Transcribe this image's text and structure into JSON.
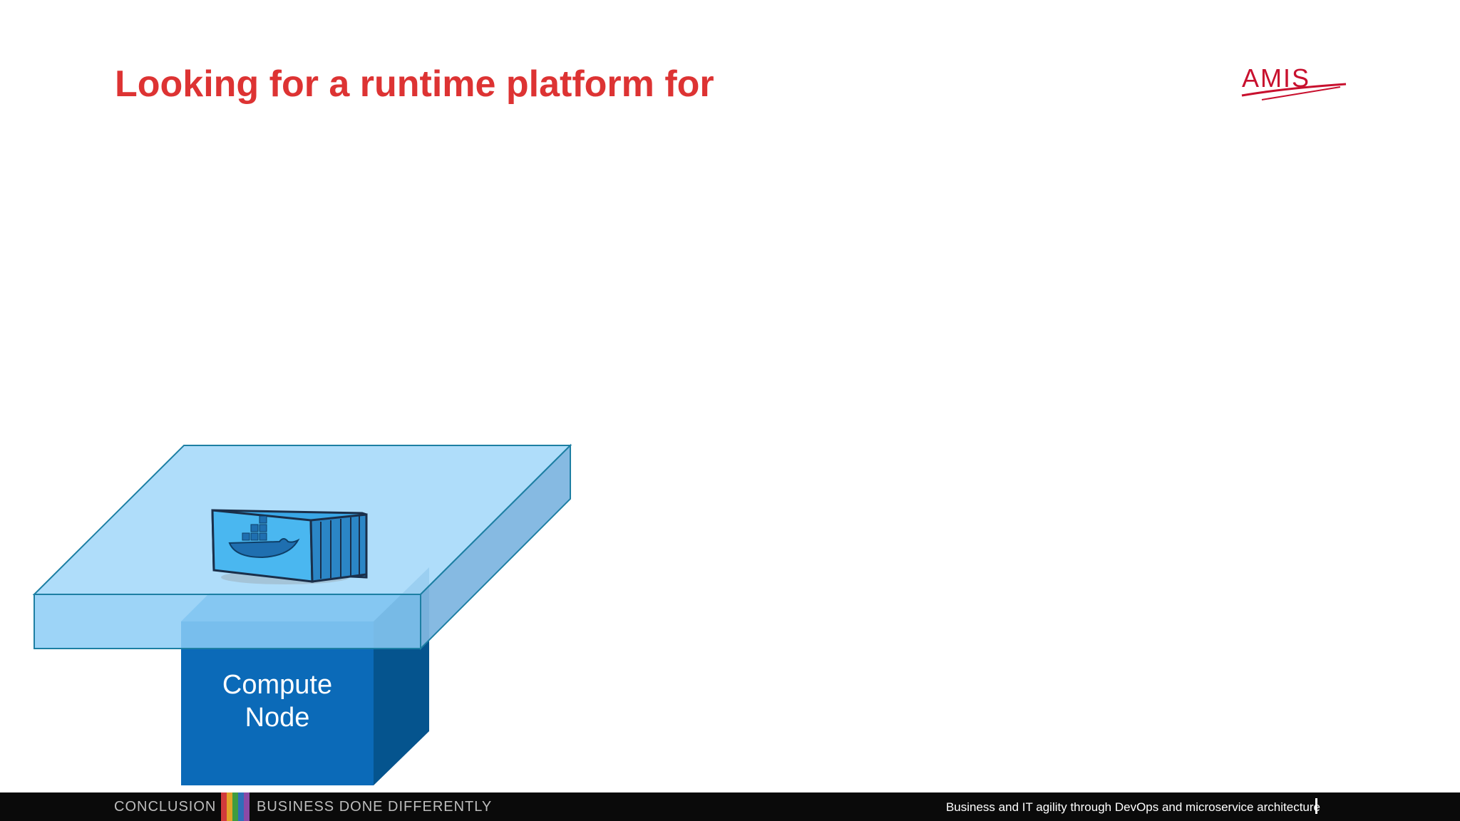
{
  "slide": {
    "title": "Looking for a runtime platform for",
    "logo_text": "AMIS",
    "diagram": {
      "node_label_line1": "Compute",
      "node_label_line2": "Node",
      "container_icon": "docker-container-icon"
    },
    "footer": {
      "section_label": "CONCLUSION",
      "tagline": "BUSINESS DONE DIFFERENTLY",
      "subtitle": "Business and IT agility through DevOps and microservice architecture",
      "stripe_colors": [
        "#d23b3b",
        "#e3a32a",
        "#3f9c3f",
        "#2f6fb8",
        "#8b4aa6"
      ]
    }
  },
  "colors": {
    "title": "#dd3333",
    "brand": "#c8102e",
    "platform_top": "#a8dafa",
    "platform_side": "#7fb6e0",
    "node_front": "#0b6ab8",
    "node_side": "#05548e",
    "footer_bg": "#0a0a0a"
  }
}
